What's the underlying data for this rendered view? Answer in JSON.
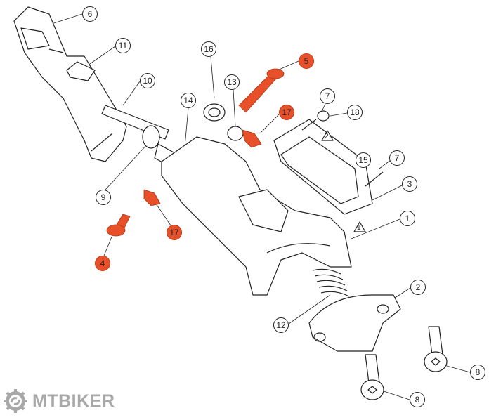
{
  "diagram": {
    "callouts": [
      "6",
      "11",
      "10",
      "16",
      "5",
      "13",
      "7",
      "17",
      "18",
      "14",
      "15",
      "7",
      "3",
      "9",
      "1",
      "17",
      "4",
      "2",
      "12",
      "8",
      "8"
    ],
    "warnings": [
      "2",
      "1"
    ],
    "highlight_color": "#e8502a"
  },
  "logo": {
    "text": "MTBIKER"
  }
}
